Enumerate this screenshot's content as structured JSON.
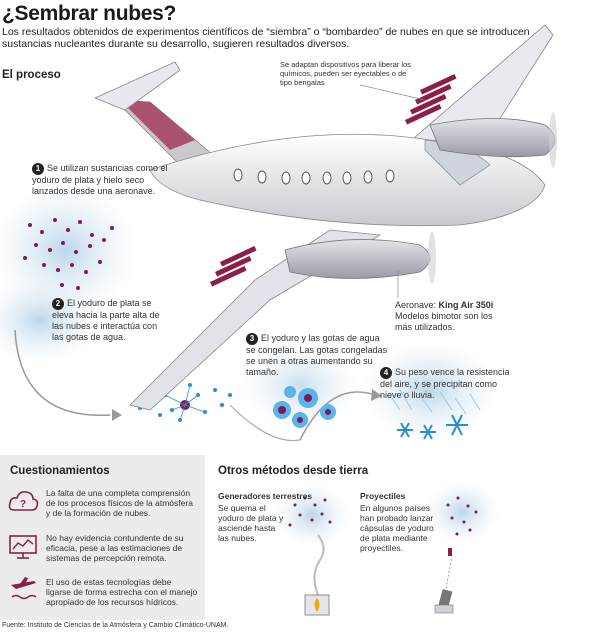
{
  "header": {
    "title": "¿Sembrar nubes?",
    "subtitle": "Los resultados obtenidos de experimentos científicos de “siembra” o “bombardeo” de nubes en que se introducen sustancias nucleantes durante su desarrollo, sugieren resultados diversos."
  },
  "process": {
    "heading": "El proceso",
    "steps": [
      {
        "num": "1",
        "text": "Se utilizan sustancias como el yoduro de plata y hielo seco lanzados desde una aeronave."
      },
      {
        "num": "2",
        "text": "El yoduro de plata se eleva hacia la parte alta de las nubes e interactúa con las gotas de agua."
      },
      {
        "num": "3",
        "text": "El yoduro y las gotas de agua se congelan. Las gotas congeladas se unen a otras aumentando su tamaño."
      },
      {
        "num": "4",
        "text": "Su peso vence la resistencia del aire, y se precipitan como nieve o lluvia."
      }
    ],
    "dispositivos_note": "Se adaptan dispositivos para liberar los químicos, pueden ser eyectables o de tipo bengalas",
    "aeronave_label": "Aeronave:",
    "aeronave_model": "King Air 350i",
    "aeronave_note": "Modelos bimotor son los más utilizados."
  },
  "cuestionamientos": {
    "heading": "Cuestionamientos",
    "items": [
      {
        "icon": "cloud-question-icon",
        "text": "La falta de una completa comprensión de los procesos físicos de la atmósfera y de la formación de nubes."
      },
      {
        "icon": "chart-monitor-icon",
        "text": "No hay evidencia contundente de su eficacia, pese a las estimaciones de sistemas de percepción remota."
      },
      {
        "icon": "airplane-water-icon",
        "text": "El uso de estas tecnologías debe ligarse de forma estrecha con el manejo apropiado de los recursos hídricos."
      }
    ]
  },
  "otros": {
    "heading": "Otros métodos desde tierra",
    "generadores_title": "Generadores terrestres",
    "generadores_text": "Se quema el yoduro de plata y asciende hasta las nubes.",
    "proyectiles_title": "Proyectiles",
    "proyectiles_text": "En algunos países han probado lanzar cápsulas de yoduro de plata mediante proyectiles."
  },
  "footer": {
    "source": "Fuente: Instituto de Ciencias de la Atmósfera y Cambio Climático-UNAM."
  },
  "colors": {
    "accent": "#8a1f4a",
    "particles": "#7a1b5a",
    "ice": "#2a8fd0",
    "cloud": "#cfe2ef"
  }
}
